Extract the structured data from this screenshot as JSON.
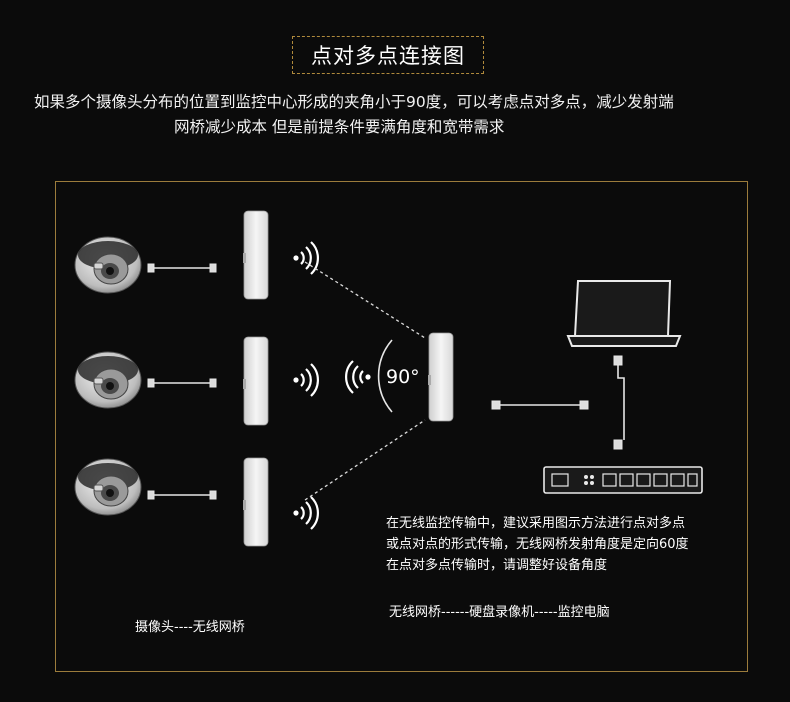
{
  "title": "点对多点连接图",
  "intro": {
    "line1": "如果多个摄像头分布的位置到监控中心形成的夹角小于90度，可以考虑点对多点，减少发射端",
    "line2": "网桥减少成本 但是前提条件要满角度和宽带需求"
  },
  "angle_label": "90°",
  "note": {
    "line1": "在无线监控传输中，建议采用图示方法进行点对多点",
    "line2": "或点对点的形式传输，无线网桥发射角度是定向60度",
    "line3": "在点对多点传输时，请调整好设备角度"
  },
  "captions": {
    "left": "摄像头----无线网桥",
    "right": "无线网桥------硬盘录像机-----监控电脑"
  },
  "icons": [
    "dome-camera-icon",
    "wireless-bridge-icon",
    "wifi-signal-icon",
    "laptop-icon",
    "nvr-switch-icon",
    "cable-icon"
  ],
  "colors": {
    "background": "#0b0b0b",
    "frame": "#9c7c3c",
    "device": "#e9e9e9"
  }
}
